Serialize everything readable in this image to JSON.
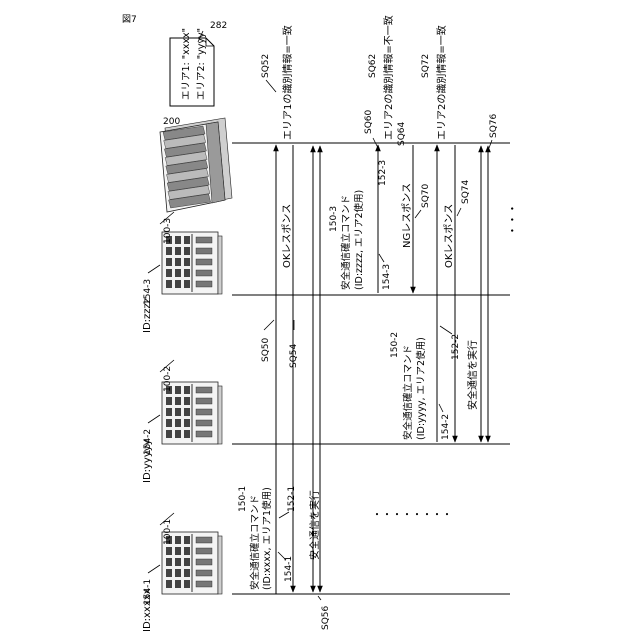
{
  "figure_label": "図7",
  "note": {
    "ref": "282",
    "line1": "エリア1: \"xxxx\"",
    "line2": "エリア2: \"yyyy\""
  },
  "server": {
    "ref": "200"
  },
  "devices": [
    {
      "ref": "100-1",
      "ref_line": "154-1",
      "id_label": "ID:xxxxx"
    },
    {
      "ref": "100-2",
      "ref_line": "154-2",
      "id_label": "ID:yyyyy"
    },
    {
      "ref": "100-3",
      "ref_line": "154-3",
      "id_label": "ID:zzzz"
    }
  ],
  "commands": [
    {
      "ref": "150-1",
      "label": "安全通信確立コマンド",
      "detail": "(ID:xxxx, エリア1使用)",
      "ref_a": "152-1",
      "ref_b": "154-1"
    },
    {
      "ref": "150-2",
      "label": "安全通信確立コマンド",
      "detail": "(ID:yyyy, エリア2使用)",
      "ref_a": "152-2",
      "ref_b": "154-2"
    },
    {
      "ref": "150-3",
      "label": "安全通信確立コマンド",
      "detail": "(ID:zzzz, エリア2使用)",
      "ref_a": "152-3",
      "ref_b": "154-3"
    }
  ],
  "steps": {
    "sq50": "SQ50",
    "sq52": "SQ52",
    "sq54": "SQ54",
    "sq56": "SQ56",
    "sq60": "SQ60",
    "sq62": "SQ62",
    "sq64": "SQ64",
    "sq70": "SQ70",
    "sq72": "SQ72",
    "sq74": "SQ74",
    "sq76": "SQ76"
  },
  "messages": {
    "area1_match": "エリア1の識別情報=一致",
    "area2_mismatch": "エリア2の識別情報=不一致",
    "area2_match": "エリア2の識別情報=一致",
    "ok_response": "OKレスポンス",
    "ng_response": "NGレスポンス",
    "ok_response_2": "OKレスポンス",
    "exec_1": "安全通信を実行",
    "exec_2": "安全通信を実行"
  },
  "ellipsis_h": "・・・・・・・・",
  "ellipsis_v": "・・・"
}
